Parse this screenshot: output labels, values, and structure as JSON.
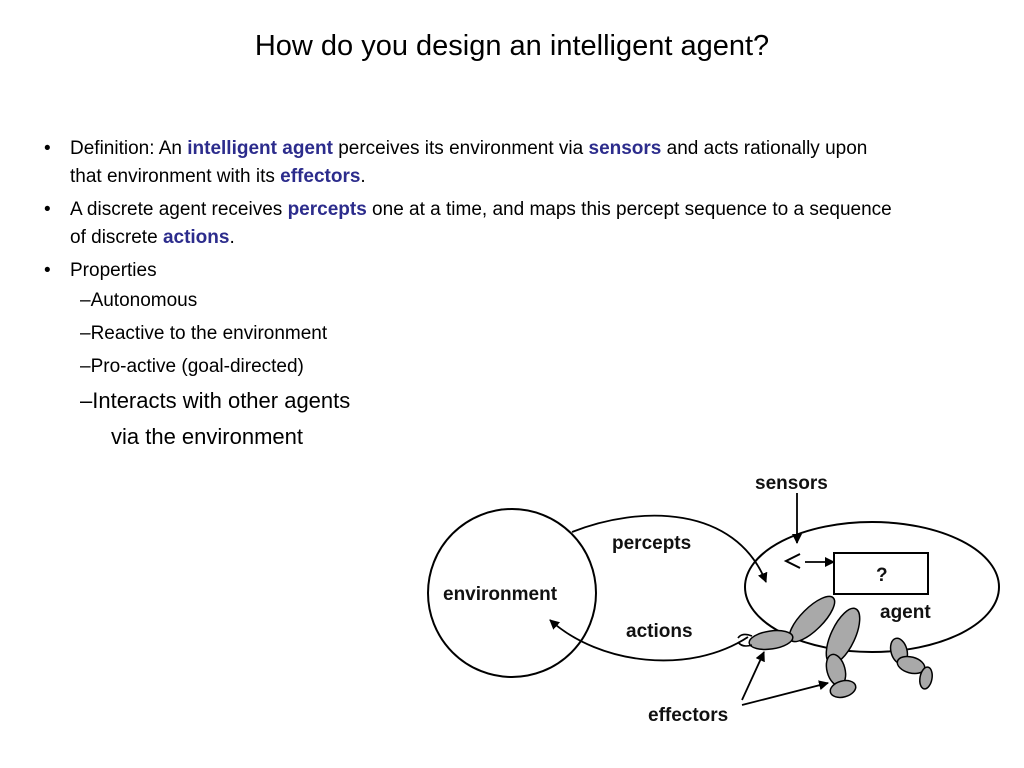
{
  "slide": {
    "title": "How do you design an intelligent agent?"
  },
  "bullets": [
    {
      "parts": [
        "Definition: An ",
        "intelligent agent",
        " perceives its environment via ",
        "sensors",
        " and acts rationally upon that environment with its ",
        "effectors",
        "."
      ]
    },
    {
      "parts": [
        "A discrete agent receives ",
        "percepts",
        " one at a time, and maps this percept sequence to a sequence of discrete ",
        "actions",
        "."
      ]
    },
    {
      "parts": [
        "Properties"
      ]
    }
  ],
  "properties": [
    "–Autonomous",
    "–Reactive to the environment",
    "–Pro-active (goal-directed)",
    "–Interacts with other agents",
    "via the environment"
  ],
  "diagram": {
    "environment": "environment",
    "percepts": "percepts",
    "actions": "actions",
    "sensors": "sensors",
    "agent": "agent",
    "box": "?",
    "effectors": "effectors"
  },
  "colors": {
    "keyword": "#2c2c8c",
    "limb": "#a9a9a9"
  }
}
